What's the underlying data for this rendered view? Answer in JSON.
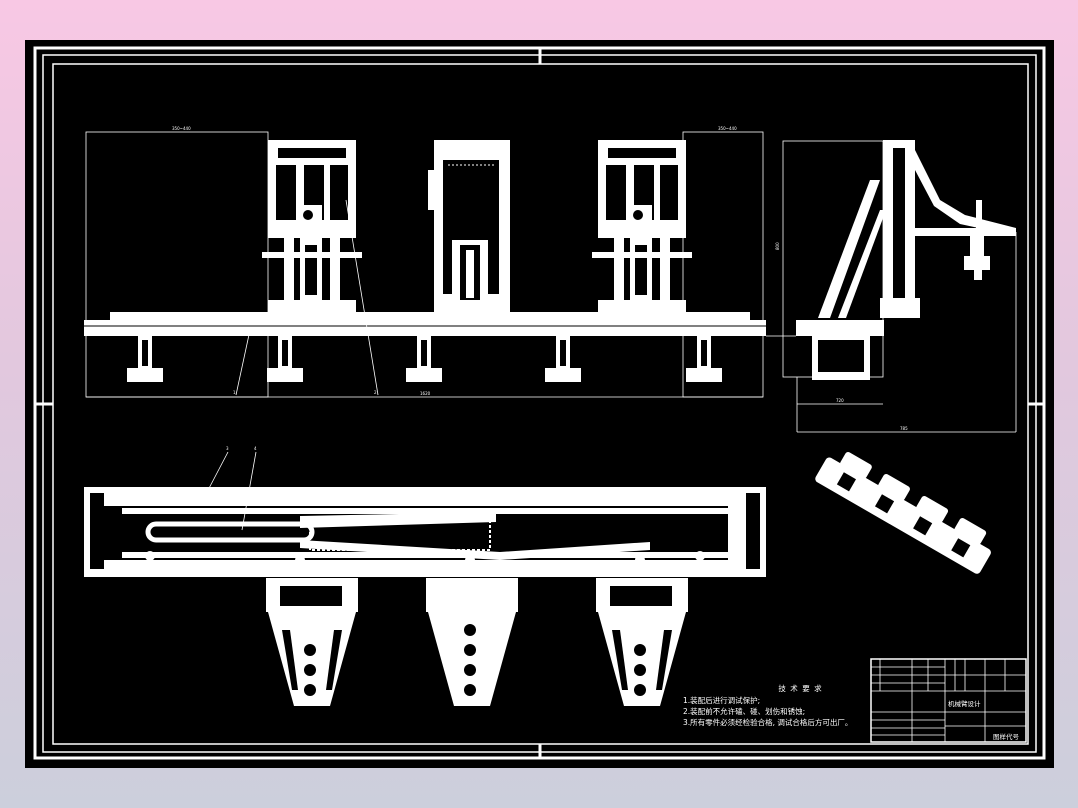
{
  "drawing": {
    "background_color": "#000000",
    "line_color": "#ffffff",
    "slide_gradient": [
      "#f8c8e4",
      "#cccfdc"
    ]
  },
  "dims": {
    "front_total": "1620",
    "front_left": "350~440",
    "front_right": "350~440",
    "side_height": "800",
    "side_base": "720",
    "side_total": "785"
  },
  "balloons": [
    "1",
    "2",
    "3",
    "4"
  ],
  "tech_notes": {
    "title": "技 术 要 求",
    "lines": [
      "1.装配后进行调试保护;",
      "2.装配前不允许磕、碰、划伤和锈蚀;",
      "3.所有零件必须经检验合格, 调试合格后方可出厂。"
    ]
  },
  "title_block": {
    "drawing_name": "机械臂设计",
    "company": "图样代号"
  }
}
